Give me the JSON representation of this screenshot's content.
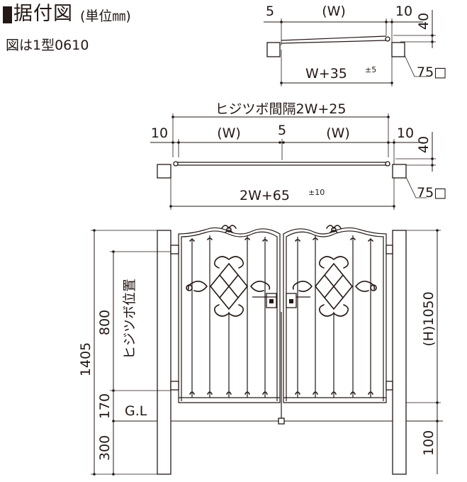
{
  "title": {
    "main": "据付図",
    "unit": "(単位㎜)"
  },
  "type_note": "図は1型0610",
  "plan_single": {
    "left_gap": "5",
    "width": "(W)",
    "right_gap": "10",
    "depth": "40",
    "overall_base": "W+35",
    "overall_tol": "±5",
    "post_size": "75□"
  },
  "plan_double": {
    "hinge_pitch": "ヒジツボ間隔2W+25",
    "left_gap": "10",
    "left_width": "(W)",
    "center_gap": "5",
    "right_width": "(W)",
    "right_gap": "10",
    "depth": "40",
    "overall_base": "2W+65",
    "overall_tol": "±10",
    "post_size": "75□"
  },
  "elevation": {
    "overall_height": "1405",
    "hinge_height": "800",
    "hinge_label": "ヒジツボ位置",
    "bottom_gap": "170",
    "ground_label": "G.L",
    "embed_depth": "300",
    "door_height": "(H)1050",
    "clearance": "100"
  }
}
